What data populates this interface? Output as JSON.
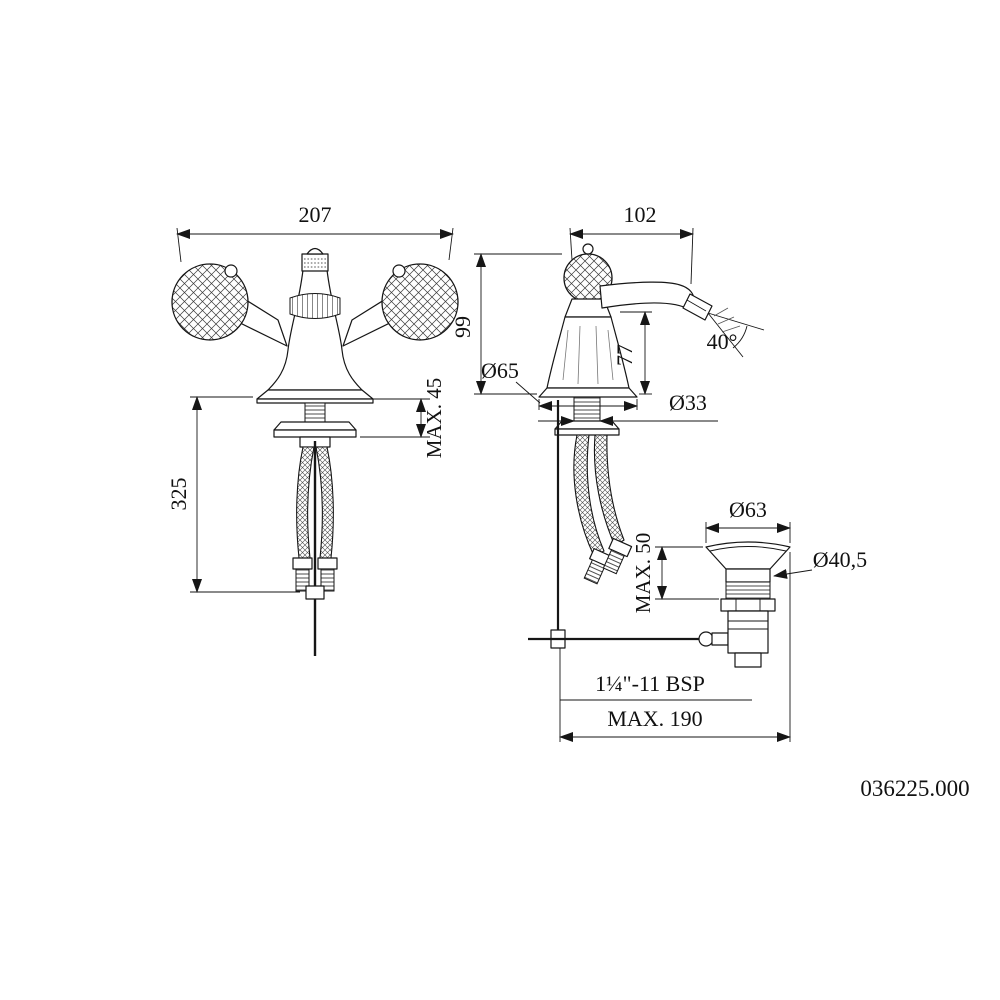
{
  "drawing": {
    "part_number": "036225.000",
    "front_view": {
      "width": "207",
      "hose_length": "325",
      "deck_max": "MAX. 45"
    },
    "side_view": {
      "depth": "102",
      "height": "99",
      "spout_height": "77",
      "spray_angle": "40°",
      "base_diameter": "Ø65",
      "shank_diameter": "Ø33"
    },
    "drain": {
      "flange_diameter": "Ø63",
      "body_diameter": "Ø40,5",
      "flange_max": "MAX. 50",
      "thread": "1¼\"-11 BSP",
      "reach_max": "MAX. 190"
    }
  }
}
